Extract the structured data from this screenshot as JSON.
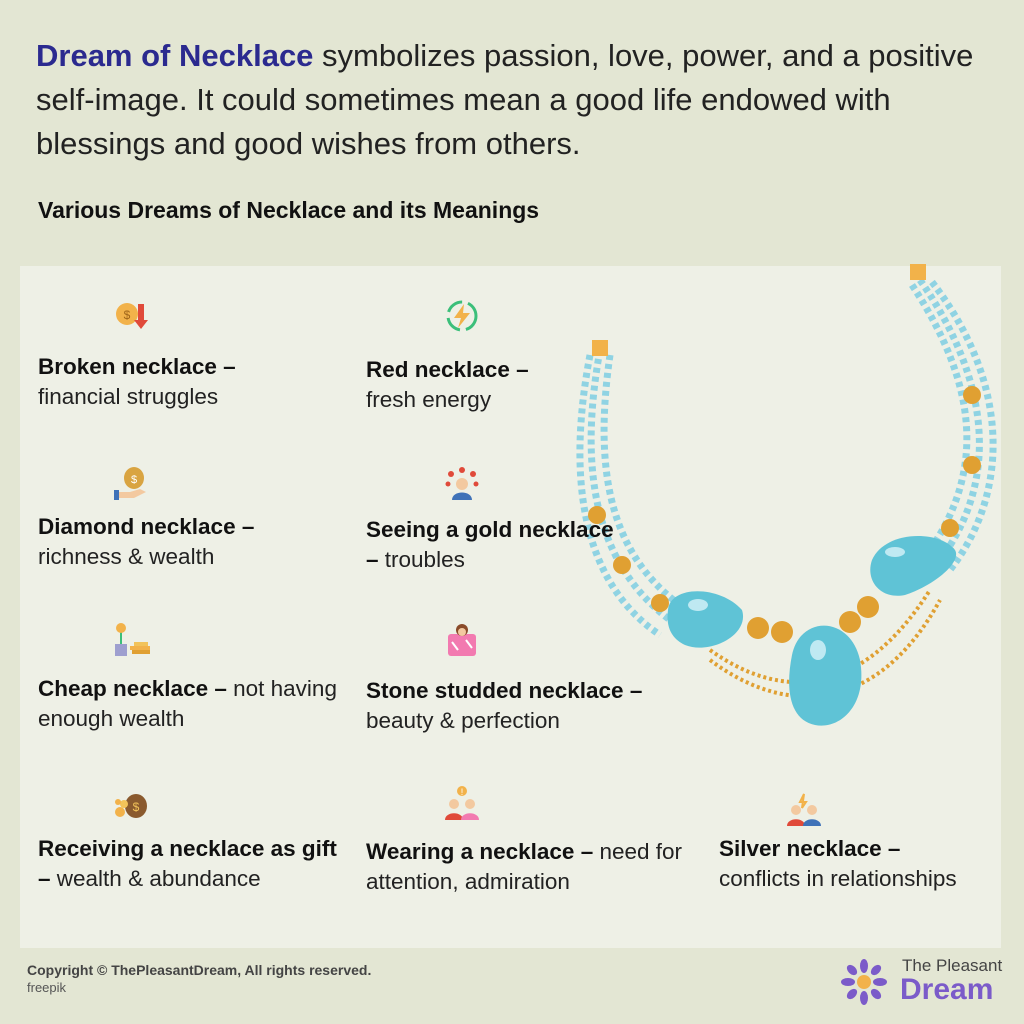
{
  "intro": {
    "highlight": "Dream of Necklace",
    "text": " symbolizes passion, love, power, and a positive self-image. It could sometimes mean a good life endowed with blessings and good wishes from others."
  },
  "subtitle": "Various Dreams of Necklace and its Meanings",
  "items": [
    {
      "title": "Broken necklace –",
      "desc": "financial struggles",
      "icon": "coin-down-arrow-icon"
    },
    {
      "title": "Red necklace –",
      "desc": "fresh energy",
      "icon": "energy-cycle-icon"
    },
    {
      "title": "Diamond necklace –",
      "desc": "richness & wealth",
      "icon": "money-bag-hand-icon"
    },
    {
      "title": "Seeing a gold necklace –",
      "desc": "troubles",
      "icon": "stressed-person-icon"
    },
    {
      "title": "Cheap necklace –",
      "desc": "not having enough wealth",
      "icon": "money-plant-icon"
    },
    {
      "title": "Stone studded necklace –",
      "desc": "beauty & perfection",
      "icon": "beauty-mirror-icon"
    },
    {
      "title": "Receiving a necklace as gift –",
      "desc": "wealth & abundance",
      "icon": "money-sack-coins-icon"
    },
    {
      "title": "Wearing a necklace –",
      "desc": "need for attention, admiration",
      "icon": "attention-people-icon"
    },
    {
      "title": "Silver necklace –",
      "desc": "conflicts in relationships",
      "icon": "conflict-people-icon"
    }
  ],
  "footer": {
    "copyright": "Copyright © ThePleasantDream, All rights reserved.",
    "credit": "freepik",
    "brand_top": "The Pleasant",
    "brand_bottom": "Dream"
  },
  "colors": {
    "background": "#e3e6d3",
    "panel": "#eef0e6",
    "highlight": "#2b2a8f",
    "brand": "#7b5bc9",
    "stone": "#5fc3d6",
    "bead_gold": "#e0a032"
  }
}
